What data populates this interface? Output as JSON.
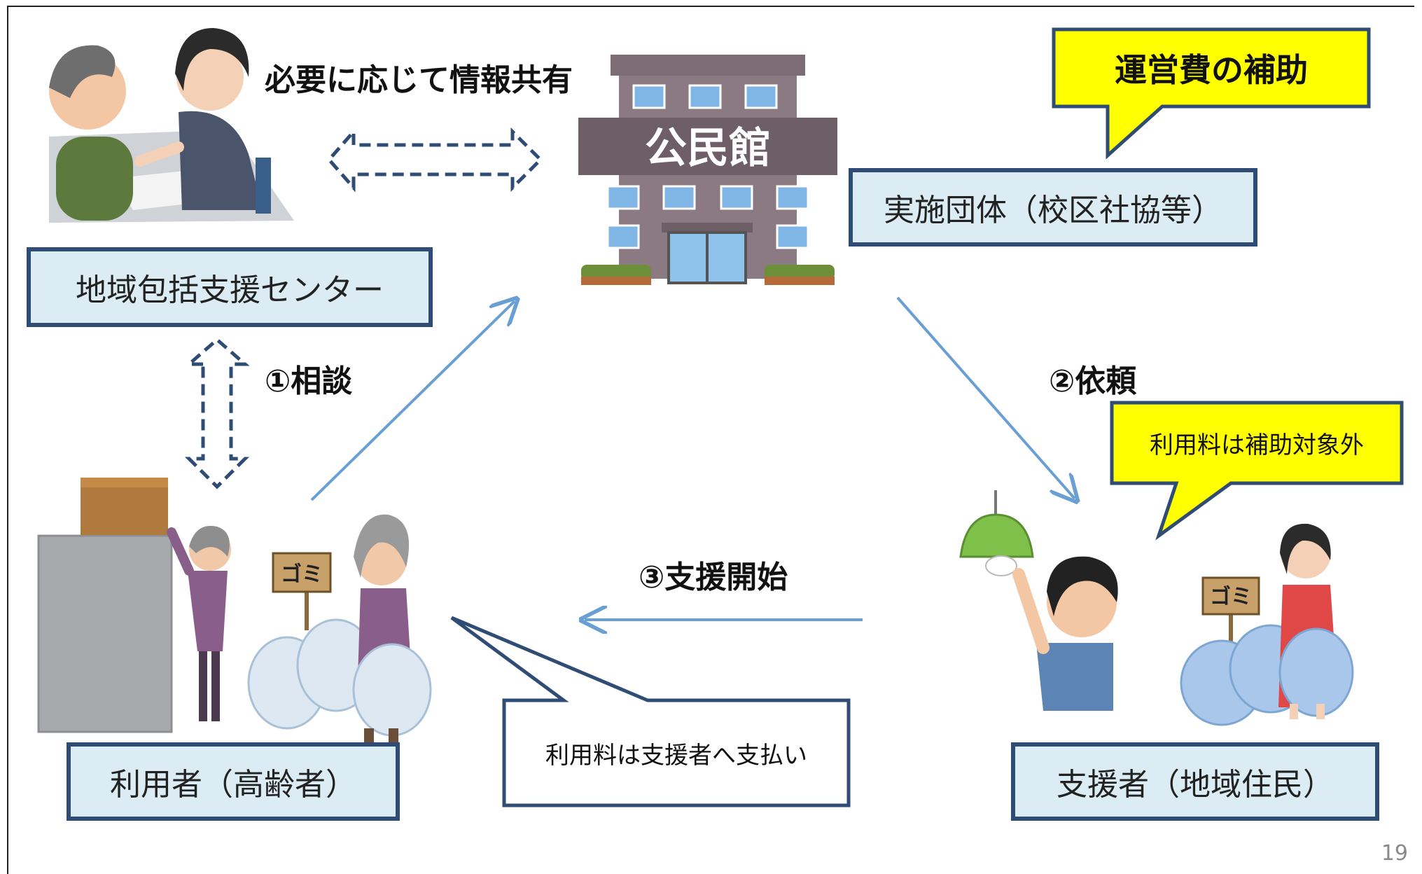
{
  "labels": {
    "info_share": "必要に応じて情報共有",
    "consult": "①相談",
    "request": "②依頼",
    "support_start": "③支援開始",
    "kominkan_sign": "公民館",
    "trash_sign": "ゴミ"
  },
  "boxes": {
    "center": "地域包括支援センター",
    "organization": "実施団体（校区社協等）",
    "user": "利用者（高齢者）",
    "supporter": "支援者（地域住民）"
  },
  "callouts": {
    "subsidy": "運営費の補助",
    "fee_excluded": "利用料は補助対象外",
    "fee_payment": "利用料は支援者へ支払い"
  },
  "page_number": "19",
  "colors": {
    "box_fill": "#dbecf4",
    "box_border": "#2f4d74",
    "callout_yellow": "#ffff00",
    "arrow_blue": "#6a9fd4",
    "dashed_arrow": "#2f4d74",
    "building": "#8c7a82"
  }
}
